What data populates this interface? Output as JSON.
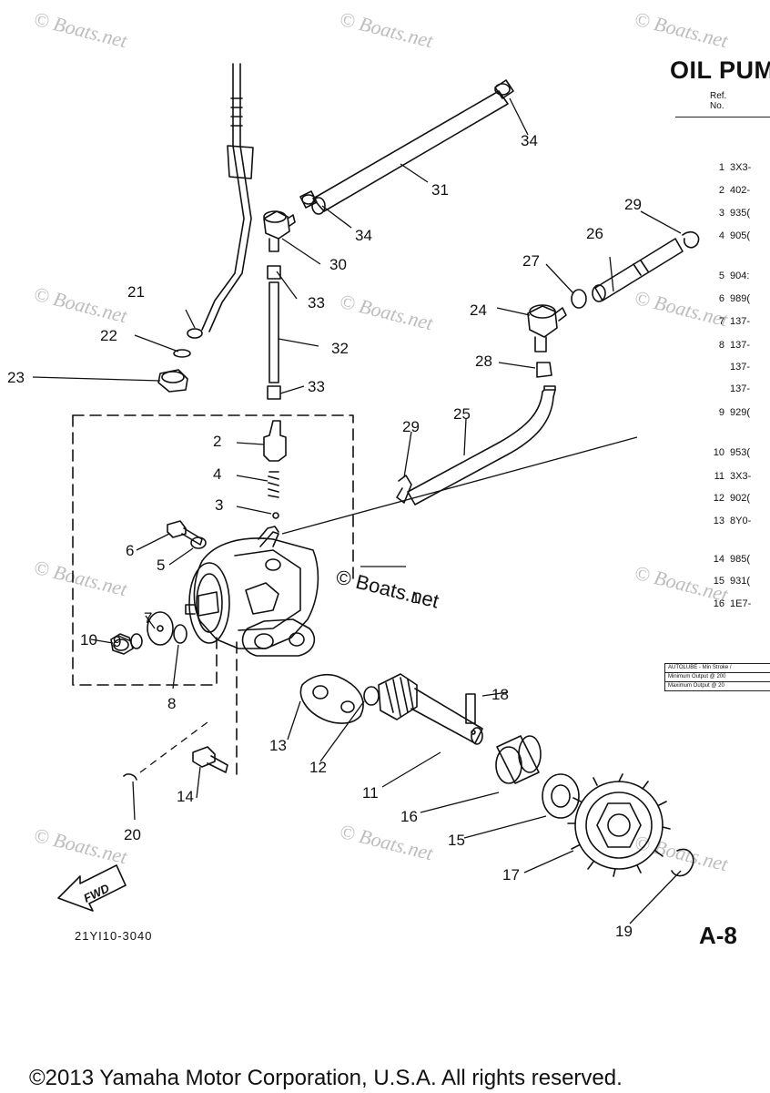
{
  "title": "OIL PUM",
  "table_header": {
    "ref": "Ref.",
    "no": "No."
  },
  "ref_rows": [
    {
      "no": "1",
      "part": "3X3-"
    },
    {
      "no": "2",
      "part": "402-"
    },
    {
      "no": "3",
      "part": "935("
    },
    {
      "no": "4",
      "part": "905("
    },
    {
      "no": "5",
      "part": "904:"
    },
    {
      "no": "6",
      "part": "989("
    },
    {
      "no": "7",
      "part": "137-"
    },
    {
      "no": "8",
      "part": "137-"
    },
    {
      "no": "",
      "part": "137-"
    },
    {
      "no": "",
      "part": "137-"
    },
    {
      "no": "9",
      "part": "929("
    },
    {
      "no": "10",
      "part": "953("
    },
    {
      "no": "11",
      "part": "3X3-"
    },
    {
      "no": "12",
      "part": "902("
    },
    {
      "no": "13",
      "part": "8Y0-"
    },
    {
      "no": "14",
      "part": "985("
    },
    {
      "no": "15",
      "part": "931("
    },
    {
      "no": "16",
      "part": "1E7-"
    }
  ],
  "autolube": {
    "row1": "AUTOLUBE - Min Stroke /",
    "row2": "Minimum Output @ 200",
    "row3": "Maximum Output @ 20"
  },
  "callouts": [
    "1",
    "2",
    "3",
    "4",
    "5",
    "6",
    "7",
    "8",
    "9",
    "10",
    "11",
    "12",
    "13",
    "14",
    "15",
    "16",
    "17",
    "18",
    "19",
    "20",
    "21",
    "22",
    "23",
    "24",
    "25",
    "26",
    "27",
    "28",
    "29",
    "29",
    "30",
    "31",
    "32",
    "33",
    "33",
    "34",
    "34"
  ],
  "watermark": "© Boats.net",
  "diagram_code": "21YI10-3040",
  "page_code": "A-8",
  "fwd_label": "FWD",
  "copyright": "©2013 Yamaha Motor Corporation, U.S.A. All rights reserved."
}
